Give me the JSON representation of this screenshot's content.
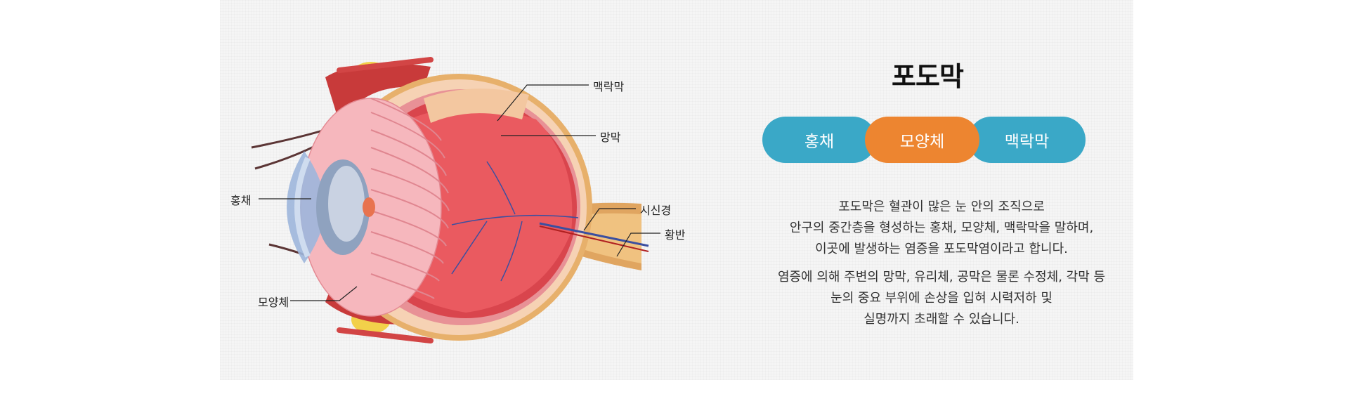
{
  "title": "포도막",
  "tabs": [
    {
      "label": "홍채",
      "color": "#3aa8c7"
    },
    {
      "label": "모양체",
      "color": "#ed8530"
    },
    {
      "label": "맥락막",
      "color": "#3aa8c7"
    }
  ],
  "labels": {
    "choroid": "맥락막",
    "retina": "망막",
    "iris": "홍채",
    "optic_nerve": "시신경",
    "macula": "황반",
    "ciliary_body": "모양체"
  },
  "description": {
    "p1": [
      "포도막은 혈관이 많은 눈 안의 조직으로",
      "안구의 중간층을 형성하는 홍채, 모양체, 맥락막을 말하며,",
      "이곳에 발생하는 염증을 포도막염이라고 합니다."
    ],
    "p2": [
      "염증에 의해 주변의 망막, 유리체, 공막은 물론 수정체, 각막 등",
      "눈의 중요 부위에 손상을 입혀 시력저하 및",
      "실명까지 초래할 수 있습니다."
    ]
  }
}
